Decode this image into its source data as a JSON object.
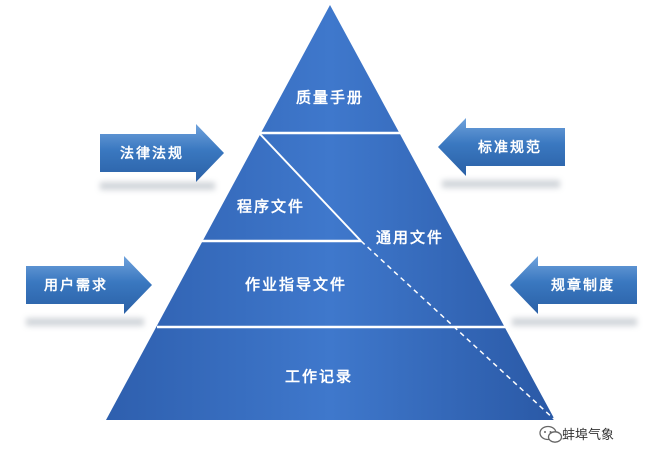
{
  "pyramid": {
    "levels": [
      {
        "id": "quality-manual",
        "label": "质量手册"
      },
      {
        "id": "procedure-docs",
        "label": "程序文件"
      },
      {
        "id": "general-docs",
        "label": "通用文件"
      },
      {
        "id": "work-instructions",
        "label": "作业指导文件"
      },
      {
        "id": "work-records",
        "label": "工作记录"
      }
    ]
  },
  "arrows": {
    "laws": "法律法规",
    "user_needs": "用户需求",
    "standards": "标准规范",
    "rules": "规章制度"
  },
  "watermark": {
    "text": "蚌埠气象",
    "icon": "wechat-icon"
  },
  "colors": {
    "pyramid": "#3a6fc2",
    "arrow": "#2f70b9",
    "divider": "#ffffff"
  }
}
